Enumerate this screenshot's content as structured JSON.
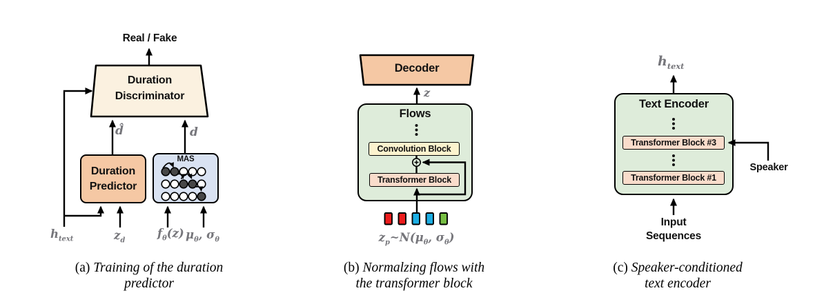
{
  "colors": {
    "cream": "#FBF1E0",
    "peach": "#F5C8A4",
    "blue_box": "#D9E2F2",
    "green_box": "#DEECDA",
    "yellow_box": "#FCF3CE",
    "pink_box": "#F9DCCB",
    "gray_math": "#76767b",
    "line_black": "#000000"
  },
  "figure_a": {
    "output_label": "Real / Fake",
    "discriminator_label": "Duration\nDiscriminator",
    "predictor_label": "Duration\nPredictor",
    "mas_label": "MAS",
    "mas_pattern": [
      [
        1,
        1,
        0,
        0,
        0
      ],
      [
        0,
        0,
        1,
        1,
        0
      ],
      [
        0,
        0,
        0,
        0,
        1
      ]
    ],
    "d_hat": "d̂",
    "d": "d",
    "h_text": [
      {
        "t": "h"
      },
      {
        "t": "text",
        "sub": true
      }
    ],
    "z_d": [
      {
        "t": "z"
      },
      {
        "t": "d",
        "sub": true
      }
    ],
    "f_theta": [
      {
        "t": "f"
      },
      {
        "t": "θ",
        "sub": true
      },
      {
        "t": "(z)"
      }
    ],
    "mu_sigma": [
      {
        "t": "μ"
      },
      {
        "t": "θ",
        "sub": true
      },
      {
        "t": ", σ"
      },
      {
        "t": "θ",
        "sub": true
      }
    ],
    "caption": {
      "prefix": "(a)",
      "line1": "Training of the duration",
      "line2": "predictor"
    }
  },
  "figure_b": {
    "decoder_label": "Decoder",
    "flows_label": "Flows",
    "conv_label": "Convolution Block",
    "transformer_label": "Transformer Block",
    "z": "z",
    "zp": [
      {
        "t": "z"
      },
      {
        "t": "p",
        "sub": true
      },
      {
        "t": "~N("
      },
      {
        "t": "μ"
      },
      {
        "t": "θ",
        "sub": true
      },
      {
        "t": ", "
      },
      {
        "t": "σ"
      },
      {
        "t": "θ",
        "sub": true
      },
      {
        "t": ")"
      }
    ],
    "squares": [
      "#EC1C1C",
      "#EC1C1C",
      "#1CAEE4",
      "#1CAEE4",
      "#76BE43"
    ],
    "caption": {
      "prefix": "(b)",
      "line1": "Normalzing flows with",
      "line2": "the transformer block"
    }
  },
  "figure_c": {
    "encoder_label": "Text Encoder",
    "tb3_label": "Transformer Block #3",
    "tb1_label": "Transformer Block #1",
    "speaker_label": "Speaker",
    "input_label": "Input\nSequences",
    "h_text": [
      {
        "t": "h"
      },
      {
        "t": "text",
        "sub": true
      }
    ],
    "caption": {
      "prefix": "(c)",
      "line1": "Speaker-conditioned",
      "line2": "text encoder"
    }
  }
}
